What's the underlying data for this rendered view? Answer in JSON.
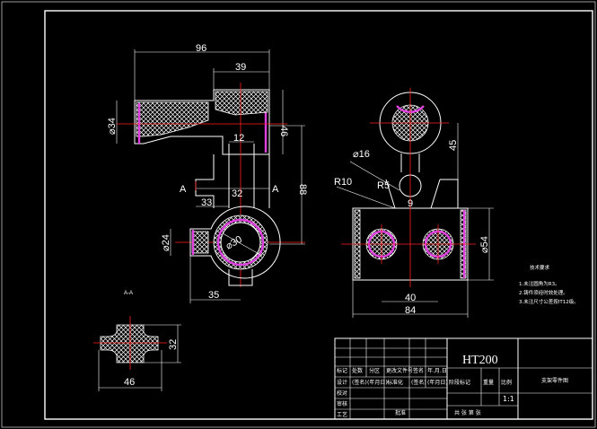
{
  "title_block": {
    "material": "HT200",
    "part_name": "支架零件图",
    "scale": "1:1",
    "header_cells": [
      "标记",
      "处数",
      "分区",
      "更改文件号",
      "签名",
      "年.月.日"
    ],
    "row_labels": [
      "设计",
      "校对",
      "审核",
      "工艺"
    ],
    "mid_cells": [
      "(签名)",
      "(年月日)",
      "标准化",
      "(签名)",
      "(年月日)"
    ],
    "weight_labels": [
      "阶段标记",
      "重量",
      "比例"
    ],
    "footer": "共  张  第  张",
    "approve": "批准"
  },
  "notes": {
    "title": "技术要求",
    "items": [
      "1.未注圆角为R3。",
      "2.铸件须经时效处理。",
      "3.未注尺寸公差按IT12级。"
    ]
  },
  "dimensions": {
    "top_width": "96",
    "top_right": "39",
    "dia34": "⌀34",
    "h46": "46",
    "w12": "12",
    "w32": "32",
    "w33": "33",
    "h88": "88",
    "dia24": "⌀24",
    "dia30": "⌀30",
    "w35": "35",
    "section_label": "A",
    "h45": "45",
    "dia16": "⌀16",
    "r10": "R10",
    "r5": "R5",
    "small9": "9",
    "dia54": "⌀54",
    "w40": "40",
    "w84": "84",
    "h32": "32",
    "w46": "46",
    "cross_label": "A-A"
  }
}
